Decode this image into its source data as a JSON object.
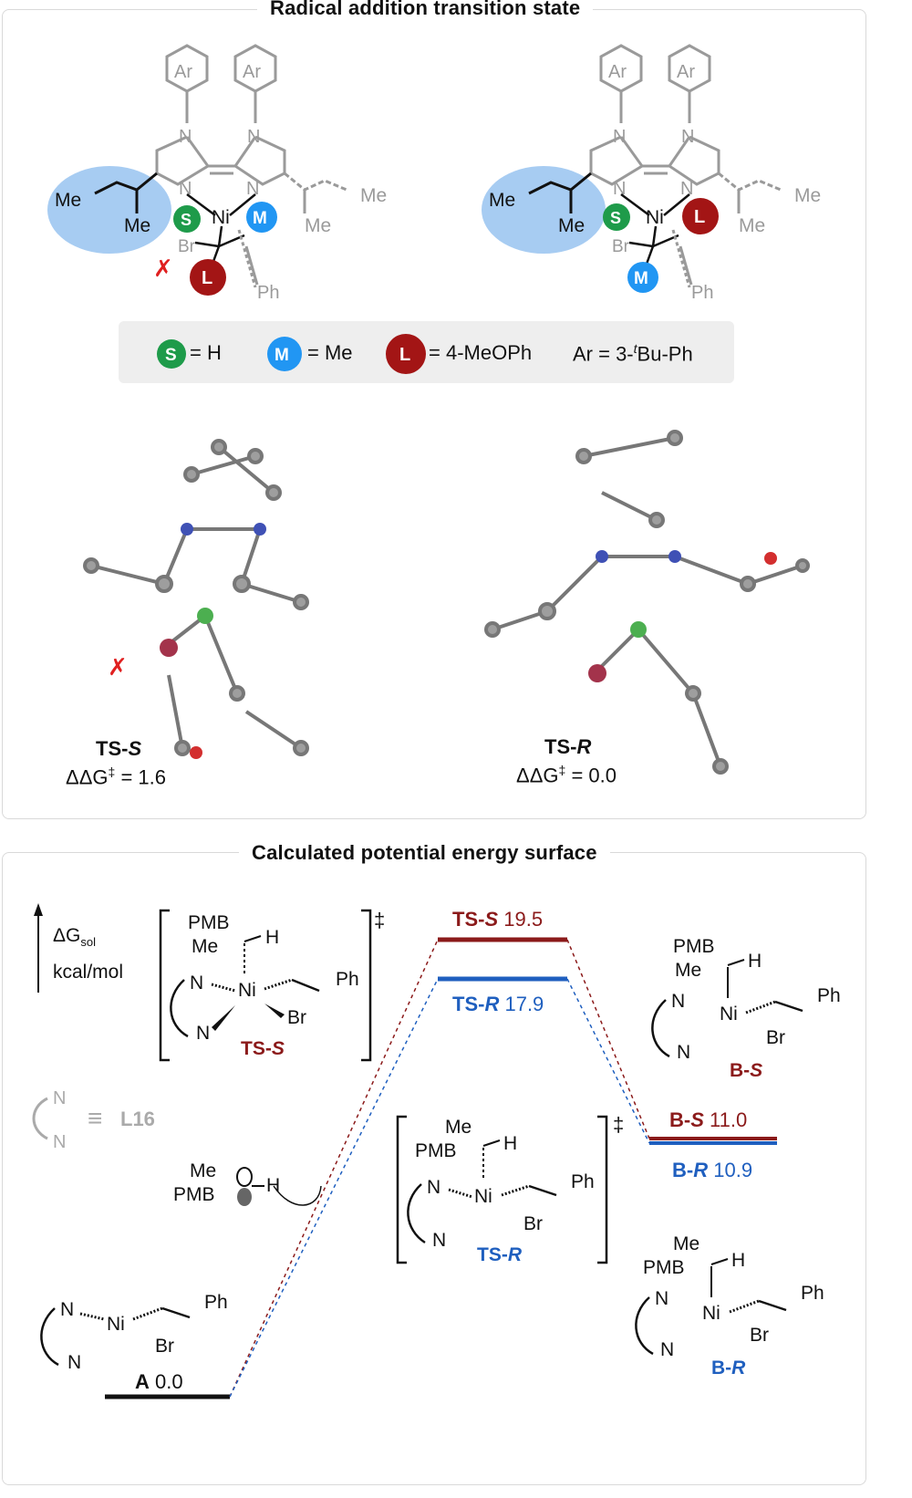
{
  "top_panel": {
    "title": "Radical addition transition state",
    "left_structure": {
      "labels": [
        "Ar",
        "Ar",
        "N",
        "N",
        "N",
        "N",
        "Me",
        "Me",
        "Me",
        "Me",
        "Ni",
        "Br",
        "Ph"
      ],
      "clash_mark": "✗"
    },
    "right_structure": {
      "labels": [
        "Ar",
        "Ar",
        "N",
        "N",
        "N",
        "N",
        "Me",
        "Me",
        "Me",
        "Me",
        "Ni",
        "Br",
        "Ph"
      ]
    },
    "legend": {
      "S": {
        "badge": "S",
        "text": "= H",
        "color": "#1e9b4a"
      },
      "M": {
        "badge": "M",
        "text": "= Me",
        "color": "#2196f3"
      },
      "L": {
        "badge": "L",
        "text": "= 4-MeOPh",
        "color": "#a31515"
      },
      "ar_text": "Ar = 3-",
      "ar_sup": "t",
      "ar_rest": "Bu-Ph"
    },
    "ts_s": {
      "name": "TS-",
      "letter": "S",
      "ddg_label": "ΔΔG",
      "ddg_sup": "‡",
      "ddg_value": "= 1.6"
    },
    "ts_r": {
      "name": "TS-",
      "letter": "R",
      "ddg_label": "ΔΔG",
      "ddg_sup": "‡",
      "ddg_value": "= 0.0"
    }
  },
  "bottom_panel": {
    "title": "Calculated potential energy surface",
    "axis": {
      "label": "ΔG",
      "sub": "sol",
      "unit": "kcal/mol"
    },
    "ligand_key": {
      "symbol": "≡",
      "name": "L16"
    },
    "levels": {
      "A": {
        "label": "A",
        "value": "0.0"
      },
      "TS_S": {
        "label": "TS-S",
        "prefix": "TS-",
        "letter": "S",
        "value": "19.5",
        "color": "#8b1a1a"
      },
      "TS_R": {
        "label": "TS-R",
        "prefix": "TS-",
        "letter": "R",
        "value": "17.9",
        "color": "#1f5fbf"
      },
      "B_S": {
        "label": "B-S",
        "prefix": "B-",
        "letter": "S",
        "value": "11.0",
        "color": "#8b1a1a"
      },
      "B_R": {
        "label": "B-R",
        "prefix": "B-",
        "letter": "R",
        "value": "10.9",
        "color": "#1f5fbf"
      }
    },
    "structure_text": {
      "PMB": "PMB",
      "Me": "Me",
      "H": "H",
      "N": "N",
      "Ni": "Ni",
      "Br": "Br",
      "Ph": "Ph",
      "dagger": "‡"
    }
  }
}
